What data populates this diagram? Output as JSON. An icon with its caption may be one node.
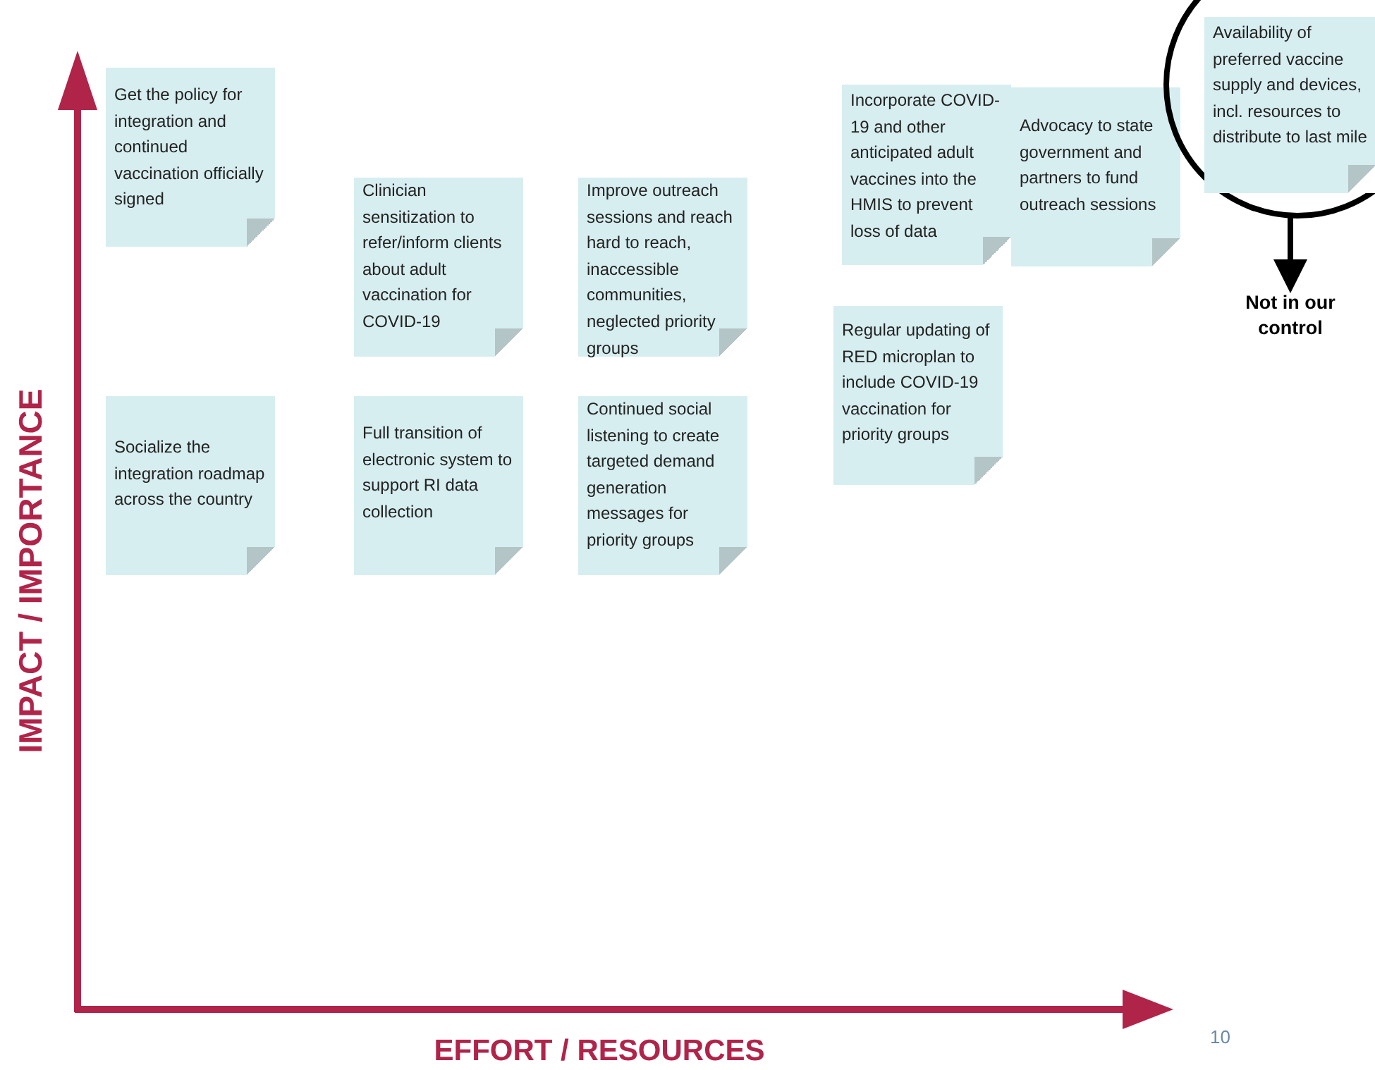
{
  "diagram": {
    "nodes": [
      {
        "text": [
          "Get the policy for integration and continued vaccination officially signed"
        ]
      },
      {
        "text": [
          "Clinician sensitization to refer/inform clients about adult vaccination for COVID-19"
        ]
      },
      {
        "text": [
          "Improve outreach sessions and reach hard to reach, inaccessible communities, neglected priority groups"
        ]
      },
      {
        "text": [
          "Incorporate COVID-19 and other anticipated adult vaccines into the HMIS to prevent loss of data"
        ]
      },
      {
        "text": [
          "Advocacy to state government and partners to fund outreach sessions"
        ]
      },
      {
        "text": [],
        "shape": "circle"
      },
      {
        "text": [
          "Availability of preferred vaccine supply and devices, incl. resources to distribute to last mile"
        ],
        "in": 5
      },
      {
        "text": [
          "Not in our control"
        ]
      },
      {
        "text": [
          "Socialize the integration roadmap across the country"
        ]
      },
      {
        "text": [
          "Full transition of electronic system to support RI data collection"
        ]
      },
      {
        "text": [
          "Regular updating of RED microplan to include COVID-19 vaccination for priority groups"
        ]
      },
      {
        "text": [
          "Continued social listening to create targeted demand generation messages for priority groups"
        ]
      }
    ],
    "edges": [
      {
        "from": 5,
        "to": 7,
        "arrow": "to"
      }
    ],
    "labels": [
      "IMPACT / IMPORTANCE",
      "EFFORT / RESOURCES",
      "10"
    ]
  }
}
